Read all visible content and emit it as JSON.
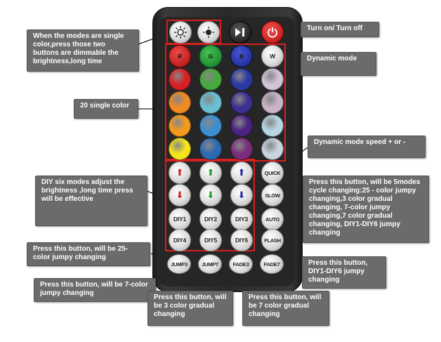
{
  "colors": {
    "row_rgbw": [
      "#d11b1b",
      "#1b9a28",
      "#1c2aa8",
      "#f4f4f4"
    ],
    "rows": [
      [
        "#d62026",
        "#46a83e",
        "#2b3aa3",
        "#d2c3d8"
      ],
      [
        "#f08a22",
        "#6cc0d3",
        "#3b2f8f",
        "#c9b4c8"
      ],
      [
        "#f59a1c",
        "#3b8fd1",
        "#4b2382",
        "#b6d6e4"
      ],
      [
        "#f6e51c",
        "#2c6ab3",
        "#7b2d7b",
        "#c9d4df"
      ]
    ]
  },
  "top": {
    "dimmer_up_icon": "bright-sun-icon",
    "dimmer_down_icon": "dim-sun-icon",
    "play_icon": "play-pause-icon",
    "power_icon": "power-icon"
  },
  "rgbw": [
    "R",
    "G",
    "B",
    "W"
  ],
  "diy": [
    "DIY1",
    "DIY2",
    "DIY3",
    "DIY4",
    "DIY5",
    "DIY6"
  ],
  "side": [
    "QUICK",
    "SLOW",
    "AUTO",
    "FLASH"
  ],
  "bottom": [
    "JUMP3",
    "JUMP7",
    "FADE3",
    "FADE7"
  ],
  "callouts": {
    "power": "Turn on/ Turn off",
    "dynamic": "Dynamic mode",
    "dimmer": "When the modes are single color,press those two buttons are dimmable the brightness,long time",
    "single_color": "20 single color",
    "speed": "Dynamic mode speed + or -",
    "diy_modes": "DIY six modes adjust the brightness ,long time press will be effective",
    "auto": "Press this button, will be 5modes cycle changing:25 - color jumpy changing,3 color gradual changing, 7-color jumpy changing,7 color gradual changing, DIY1-DIY6 jumpy changing",
    "jump3": "Press this button, will be 25-color jumpy changing",
    "jump7": "Press this button, will be 7-color jumpy changing",
    "fade3": "Press this button, will be 3 color gradual changing",
    "fade7": "Press this button, will be 7 color gradual changing",
    "flash": "Press this button, DIY1-DIY6 jumpy changing"
  }
}
